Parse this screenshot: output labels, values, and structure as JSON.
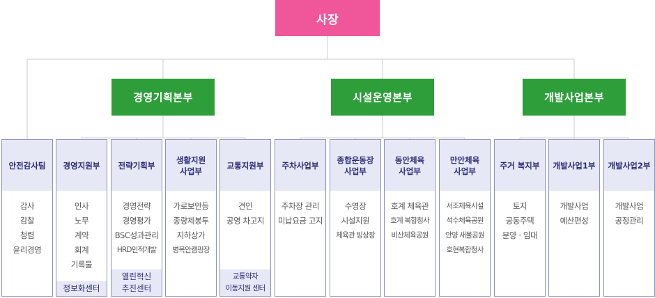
{
  "ceo": "사장",
  "divisions": [
    {
      "name": "경영기획본부"
    },
    {
      "name": "시설운영본부"
    },
    {
      "name": "개발사업본부"
    }
  ],
  "departments": [
    {
      "name": "안전감사팀",
      "items": [
        "감사",
        "감찰",
        "청렴",
        "윤리경영"
      ],
      "center": ""
    },
    {
      "name": "경영지원부",
      "items": [
        "인사",
        "노무",
        "계약",
        "회계",
        "기록물"
      ],
      "center": "정보화센터"
    },
    {
      "name": "전략기획부",
      "items": [
        "경영전략",
        "경영평가",
        "BSC성과관리",
        "HRD인적개발"
      ],
      "center": "열린혁신\n추진센터"
    },
    {
      "name": "생활지원\n사업부",
      "items": [
        "가로보안등",
        "종량제봉투",
        "지하상가",
        "병목안캠핑장"
      ],
      "center": ""
    },
    {
      "name": "교통지원부",
      "items": [
        "견인",
        "공영 차고지"
      ],
      "center": "교통약자\n이동지원 센터"
    },
    {
      "name": "주차사업부",
      "items": [
        "주차장 관리",
        "미납요금 고지"
      ],
      "center": ""
    },
    {
      "name": "종합운동장\n사업부",
      "items": [
        "수영장",
        "시설지원",
        "체육관 빙상장"
      ],
      "center": ""
    },
    {
      "name": "동안체육\n사업부",
      "items": [
        "호계 체육관",
        "호계 복합청사",
        "비산체육공원"
      ],
      "center": ""
    },
    {
      "name": "만안체육\n사업부",
      "items": [
        "서조체육시설",
        "석수체육공원",
        "안양 새물공원",
        "호현복합청사"
      ],
      "center": ""
    },
    {
      "name": "주거 복지부",
      "items": [
        "토지",
        "공동주택",
        "분양 · 임대"
      ],
      "center": ""
    },
    {
      "name": "개발사업1부",
      "items": [
        "개발사업",
        "예산편성"
      ],
      "center": ""
    },
    {
      "name": "개발사업2부",
      "items": [
        "개발사업",
        "공정관리"
      ],
      "center": ""
    }
  ]
}
